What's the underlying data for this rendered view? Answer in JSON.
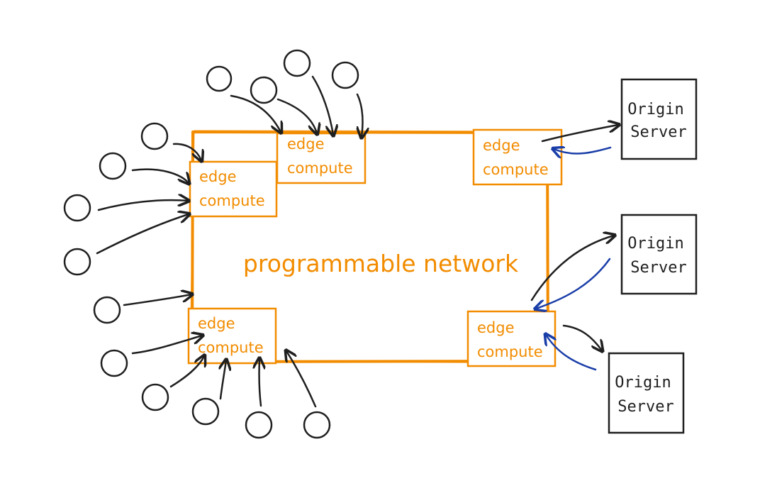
{
  "network": {
    "label": "programmable network"
  },
  "edge_nodes": [
    {
      "line1": "edge",
      "line2": "compute"
    },
    {
      "line1": "edge",
      "line2": "compute"
    },
    {
      "line1": "edge",
      "line2": "compute"
    },
    {
      "line1": "edge",
      "line2": "compute"
    },
    {
      "line1": "edge",
      "line2": "compute"
    }
  ],
  "origin_servers": [
    {
      "line1": "Origin",
      "line2": "Server"
    },
    {
      "line1": "Origin",
      "line2": "Server"
    },
    {
      "line1": "Origin",
      "line2": "Server"
    }
  ],
  "colors": {
    "network": "#f28c00",
    "client": "#1f1f1f",
    "request_arrow": "#1f1f1f",
    "response_arrow": "#1a3ea8"
  }
}
